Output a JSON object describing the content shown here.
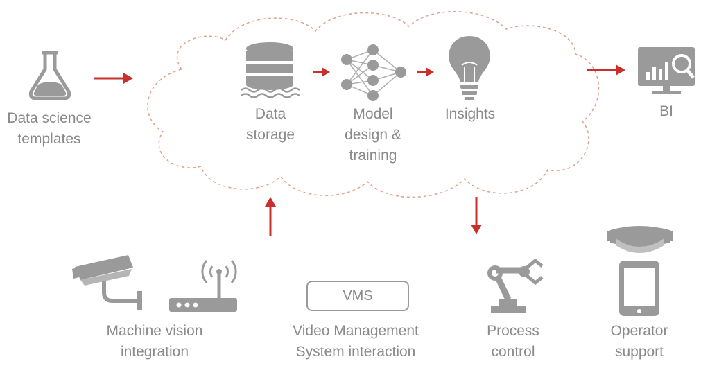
{
  "labels": {
    "data_science": "Data science\ntemplates",
    "data_storage": "Data\nstorage",
    "model": "Model\ndesign &\ntraining",
    "insights": "Insights",
    "bi": "BI",
    "machine_vision": "Machine vision\nintegration",
    "vms_box": "VMS",
    "vms": "Video Management\nSystem interaction",
    "process_control": "Process\ncontrol",
    "operator_support": "Operator\nsupport"
  },
  "colors": {
    "arrow": "#c9302c",
    "icon": "#9a9a9a",
    "cloud": "#e0a08a",
    "text": "#8a8a8a"
  },
  "icons": [
    "flask-icon",
    "database-icon",
    "neural-network-icon",
    "lightbulb-icon",
    "monitor-chart-icon",
    "security-camera-icon",
    "router-icon",
    "robot-arm-icon",
    "vr-headset-icon",
    "tablet-icon"
  ]
}
